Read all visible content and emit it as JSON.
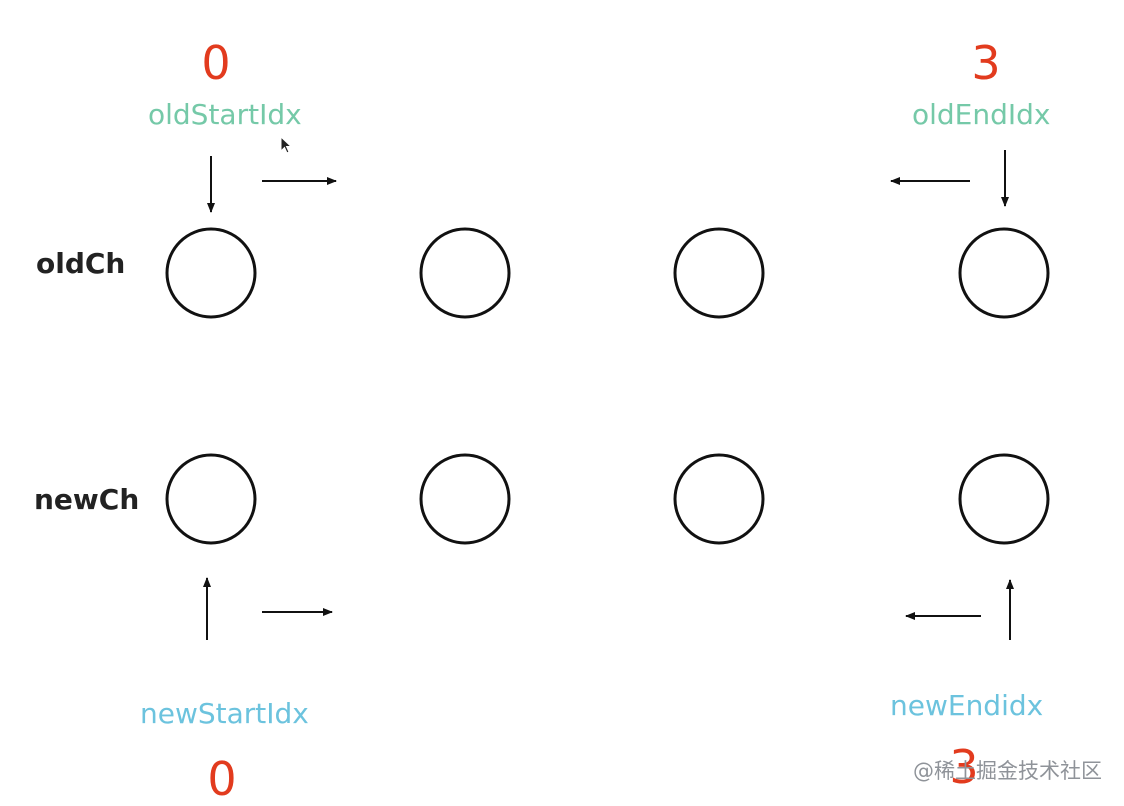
{
  "diagram": {
    "rows": [
      {
        "label": "oldCh",
        "node_count": 4
      },
      {
        "label": "newCh",
        "node_count": 4
      }
    ],
    "old_pointers": {
      "start": {
        "label": "oldStartIdx",
        "value": "0",
        "direction": "right"
      },
      "end": {
        "label": "oldEndIdx",
        "value": "3",
        "direction": "left"
      }
    },
    "new_pointers": {
      "start": {
        "label": "newStartIdx",
        "value": "0",
        "direction": "right"
      },
      "end": {
        "label": "newEndidx",
        "value": "3",
        "direction": "left"
      }
    },
    "colors": {
      "index": "#e23b1e",
      "old_pointer": "#75c9a8",
      "new_pointer": "#6cc3de",
      "node_stroke": "#111111",
      "arrow": "#111111"
    }
  },
  "watermark": "@稀土掘金技术社区"
}
